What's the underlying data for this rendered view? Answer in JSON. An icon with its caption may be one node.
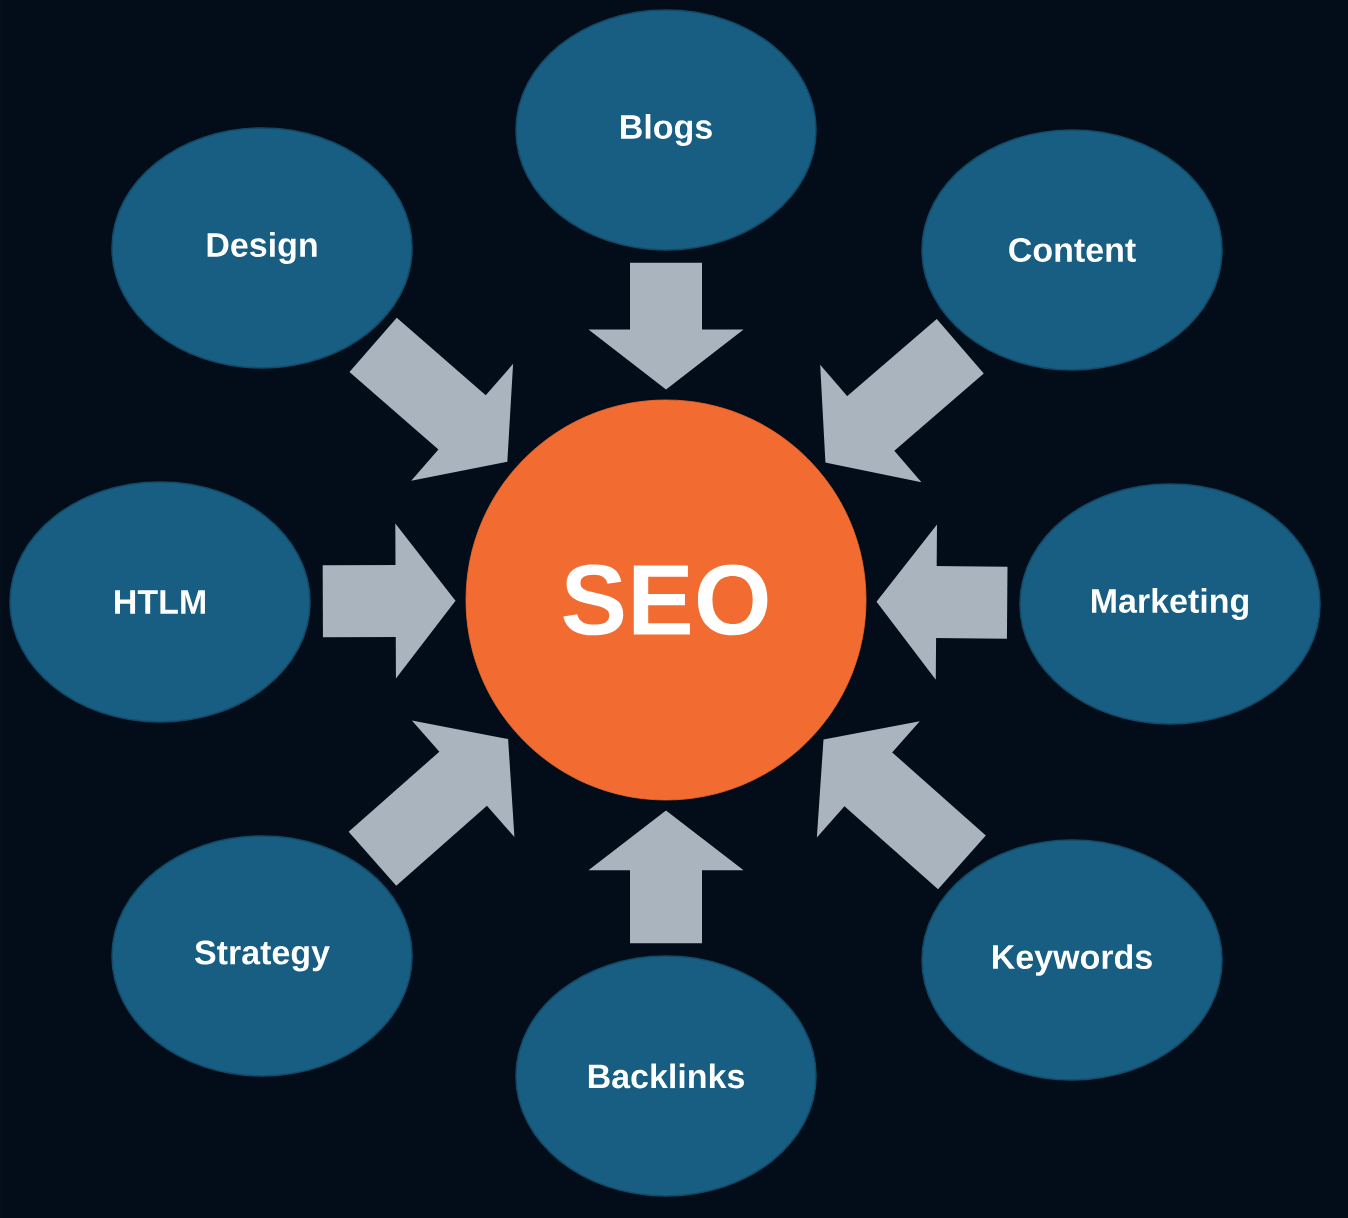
{
  "diagram": {
    "nodes": [
      {
        "text": [
          "Blogs"
        ]
      },
      {
        "text": [
          "Design"
        ]
      },
      {
        "text": [
          "Content"
        ]
      },
      {
        "text": [
          "HTLM"
        ]
      },
      {
        "text": [
          "SEO"
        ]
      },
      {
        "text": [
          "Marketing"
        ]
      },
      {
        "text": [
          "Strategy"
        ]
      },
      {
        "text": [
          "Keywords"
        ]
      },
      {
        "text": [
          "Backlinks"
        ]
      }
    ],
    "edges": [
      {
        "from": 0,
        "to": 4,
        "arrow": "to"
      },
      {
        "from": 1,
        "to": 4,
        "arrow": "to"
      },
      {
        "from": 2,
        "to": 4,
        "arrow": "to"
      },
      {
        "from": 3,
        "to": 4,
        "arrow": "to"
      },
      {
        "from": 5,
        "to": 4,
        "arrow": "to"
      },
      {
        "from": 6,
        "to": 4,
        "arrow": "to"
      },
      {
        "from": 7,
        "to": 4,
        "arrow": "to"
      },
      {
        "from": 8,
        "to": 4,
        "arrow": "to"
      }
    ]
  }
}
